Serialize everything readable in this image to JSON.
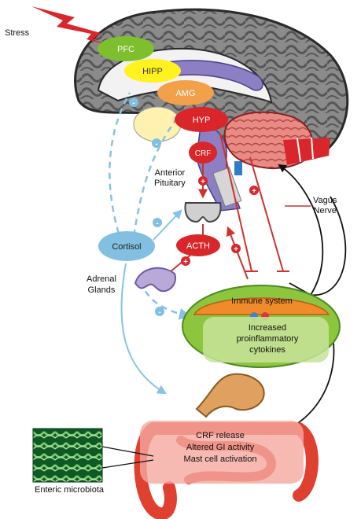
{
  "labels": {
    "stress": "Stress",
    "pfc": "PFC",
    "hipp": "HIPP",
    "amg": "AMG",
    "hyp": "HYP",
    "crf": "CRF",
    "anterior_pituitary": [
      "Anterior",
      "Pituitary"
    ],
    "vagus_nerve": [
      "Vagus",
      "Nerve"
    ],
    "cortisol": "Cortisol",
    "acth": "ACTH",
    "adrenal_glands": [
      "Adrenal",
      "Glands"
    ],
    "immune_system": "Immune system",
    "cytokines": [
      "Increased",
      "proinflammatory",
      "cytokines"
    ],
    "gut_effects": [
      "CRF release",
      "Altered GI activity",
      "Mast cell activation"
    ],
    "enteric_microbiota": "Enteric microbiota"
  },
  "signs": {
    "plus": "+",
    "minus": "-"
  },
  "colors": {
    "pfc": "#7dbf2c",
    "hipp": "#fff21f",
    "amg": "#f2a04a",
    "hyp": "#d9262b",
    "crf": "#d9262b",
    "cortisol": "#82bfe0",
    "acth": "#d9262b",
    "stimulatory": "#d0312d",
    "inhibitory": "#86c3e6",
    "immune_green": "#8cc63f",
    "immune_orange": "#f08a2a",
    "brain_gray": "#8b8b8b",
    "brain_outline": "#2a2a2a",
    "gut_pink": "#f4a9a0",
    "gut_red": "#e0402f",
    "stomach": "#e0a060",
    "microbiota_green": "#1f7a2e"
  }
}
